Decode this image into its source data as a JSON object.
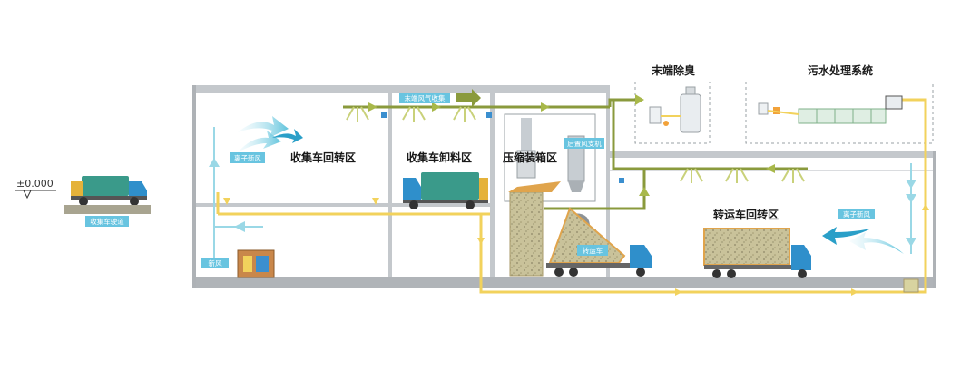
{
  "level_marker": "±0.000",
  "road_label": "收集车驶道",
  "zones": {
    "collection_turn": "收集车回转区",
    "collection_unload": "收集车卸料区",
    "compress_box": "压缩装箱区",
    "transfer_turn": "转运车回转区",
    "end_deodor": "末端除臭",
    "sewage": "污水处理系统"
  },
  "tags": {
    "ion_air_left": "离子新风",
    "fresh_air": "新风",
    "end_exhaust": "末端风气收集",
    "rear_exhaust": "后置风支机",
    "transfer_truck": "转运车",
    "ion_air_right": "离子新风"
  },
  "colors": {
    "pipe_yellow": "#f2d25c",
    "duct_olive": "#8a9a3c",
    "air_blue": "#7fd0e0",
    "tag_blue": "#68c4e0",
    "truck_blue": "#2f8fcb",
    "wall_gray": "#b8bcc0"
  }
}
